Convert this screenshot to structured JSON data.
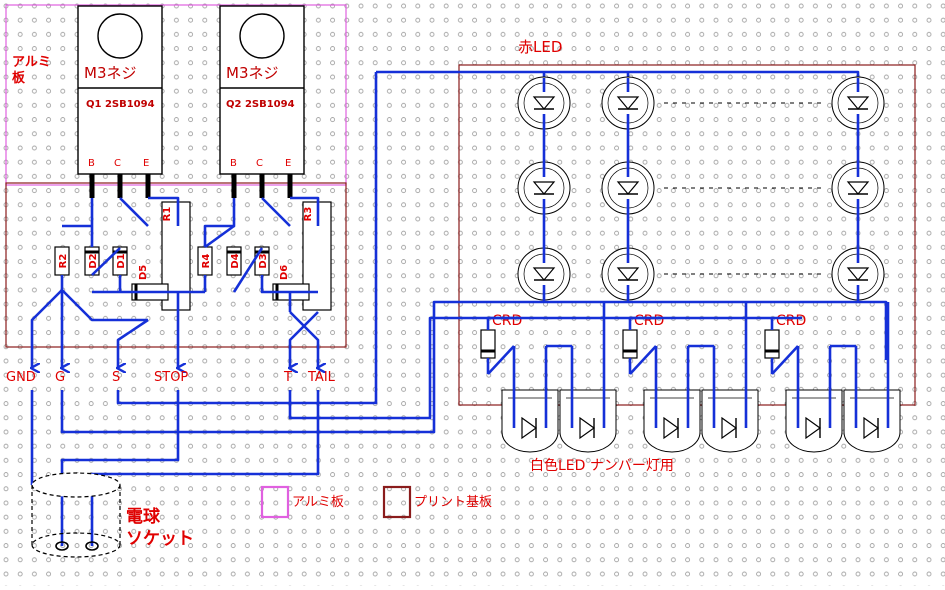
{
  "labels": {
    "aluminum_plate_side": "アルミ板",
    "red_led": "赤LED",
    "white_led": "白色LED ナンバー灯用",
    "bulb_socket": "電球ソケット",
    "legend_aluminum": "アルミ板",
    "legend_pcb": "プリント基板"
  },
  "transistors": [
    {
      "screw": "M3ネジ",
      "name": "Q1 2SB1094",
      "pins": [
        "B",
        "C",
        "E"
      ]
    },
    {
      "screw": "M3ネジ",
      "name": "Q2 2SB1094",
      "pins": [
        "B",
        "C",
        "E"
      ]
    }
  ],
  "components": {
    "r1": "R1",
    "r2": "R2",
    "r3": "R3",
    "r4": "R4",
    "d1": "D1",
    "d2": "D2",
    "d3": "D3",
    "d4": "D4",
    "d5": "D5",
    "d6": "D6",
    "crd": "CRD"
  },
  "terminals": [
    "GND",
    "G",
    "S",
    "STOP",
    "T",
    "TAIL"
  ],
  "colors": {
    "wire": "#1530d8",
    "aluminum": "#e060e0",
    "pcb": "#8a1c1c",
    "label": "#e00000"
  }
}
